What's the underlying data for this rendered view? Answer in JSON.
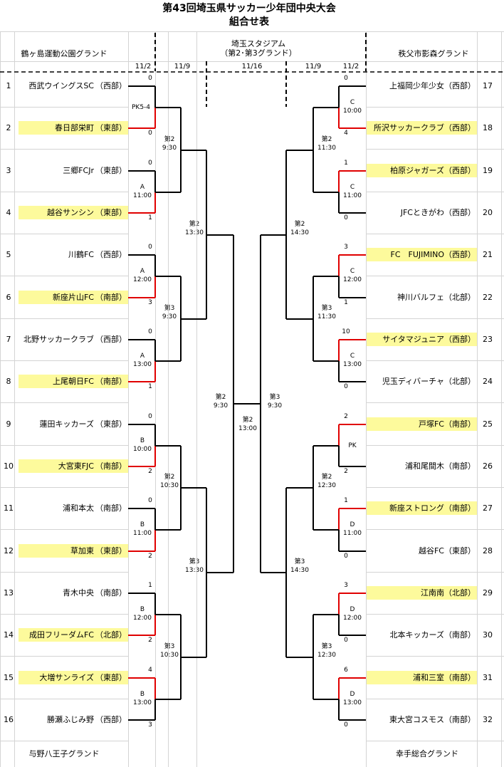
{
  "title_line1": "第43回埼玉県サッカー少年団中央大会",
  "title_line2": "組合せ表",
  "venues": {
    "left": "鶴ヶ島運動公園グランド",
    "center_line1": "埼玉スタジアム",
    "center_line2": "（第2･第3グランド）",
    "right": "秩父市影森グランド",
    "bottom_left": "与野八王子グランド",
    "bottom_right": "幸手総合グランド"
  },
  "dates": {
    "left_outer": "11/2",
    "left_inner": "11/9",
    "center": "11/16",
    "right_inner": "11/9",
    "right_outer": "11/2"
  },
  "left_teams": [
    {
      "num": "1",
      "name": "西武ウイングスSC",
      "area": "（西部）",
      "score": "0",
      "hl": false
    },
    {
      "num": "2",
      "name": "春日部栄町",
      "area": "（東部）",
      "score": "0",
      "hl": true
    },
    {
      "num": "3",
      "name": "三郷FCJr",
      "area": "（東部）",
      "score": "0",
      "hl": false
    },
    {
      "num": "4",
      "name": "越谷サンシン",
      "area": "（東部）",
      "score": "1",
      "hl": true
    },
    {
      "num": "5",
      "name": "川鶴FC",
      "area": "（西部）",
      "score": "0",
      "hl": false
    },
    {
      "num": "6",
      "name": "新座片山FC",
      "area": "（南部）",
      "score": "3",
      "hl": true
    },
    {
      "num": "7",
      "name": "北野サッカークラブ",
      "area": "（西部）",
      "score": "0",
      "hl": false
    },
    {
      "num": "8",
      "name": "上尾朝日FC",
      "area": "（南部）",
      "score": "1",
      "hl": true
    },
    {
      "num": "9",
      "name": "蓮田キッカーズ",
      "area": "（東部）",
      "score": "0",
      "hl": false
    },
    {
      "num": "10",
      "name": "大宮東FJC",
      "area": "（南部）",
      "score": "2",
      "hl": true
    },
    {
      "num": "11",
      "name": "浦和本太",
      "area": "（南部）",
      "score": "0",
      "hl": false
    },
    {
      "num": "12",
      "name": "草加東",
      "area": "（東部）",
      "score": "2",
      "hl": true
    },
    {
      "num": "13",
      "name": "青木中央",
      "area": "（南部）",
      "score": "1",
      "hl": false
    },
    {
      "num": "14",
      "name": "成田フリーダムFC",
      "area": "（北部）",
      "score": "2",
      "hl": true
    },
    {
      "num": "15",
      "name": "大増サンライズ",
      "area": "（東部）",
      "score": "4",
      "hl": true
    },
    {
      "num": "16",
      "name": "勝瀬ふじみ野",
      "area": "（西部）",
      "score": "3",
      "hl": false
    }
  ],
  "right_teams": [
    {
      "num": "17",
      "name": "上福岡少年少女",
      "area": "（西部）",
      "score": "0",
      "hl": false
    },
    {
      "num": "18",
      "name": "所沢サッカークラブ",
      "area": "（西部）",
      "score": "4",
      "hl": true
    },
    {
      "num": "19",
      "name": "柏原ジャガーズ",
      "area": "（西部）",
      "score": "1",
      "hl": true
    },
    {
      "num": "20",
      "name": "JFCときがわ",
      "area": "（西部）",
      "score": "0",
      "hl": false
    },
    {
      "num": "21",
      "name": "FC　FUJIMINO",
      "area": "（西部）",
      "score": "3",
      "hl": true
    },
    {
      "num": "22",
      "name": "神川バルフェ",
      "area": "（北部）",
      "score": "1",
      "hl": false
    },
    {
      "num": "23",
      "name": "サイタマジュニア",
      "area": "（西部）",
      "score": "10",
      "hl": true
    },
    {
      "num": "24",
      "name": "児玉ディバーチャ",
      "area": "（北部）",
      "score": "0",
      "hl": false
    },
    {
      "num": "25",
      "name": "戸塚FC",
      "area": "（南部）",
      "score": "2",
      "hl": true
    },
    {
      "num": "26",
      "name": "浦和尾間木",
      "area": "（南部）",
      "score": "2",
      "hl": false
    },
    {
      "num": "27",
      "name": "新座ストロング",
      "area": "（南部）",
      "score": "1",
      "hl": true
    },
    {
      "num": "28",
      "name": "越谷FC",
      "area": "（東部）",
      "score": "0",
      "hl": false
    },
    {
      "num": "29",
      "name": "江南南",
      "area": "（北部）",
      "score": "3",
      "hl": true
    },
    {
      "num": "30",
      "name": "北本キッカーズ",
      "area": "（南部）",
      "score": "0",
      "hl": false
    },
    {
      "num": "31",
      "name": "浦和三室",
      "area": "（南部）",
      "score": "6",
      "hl": true
    },
    {
      "num": "32",
      "name": "東大宮コスモス",
      "area": "（南部）",
      "score": "0",
      "hl": false
    }
  ],
  "r1_left": [
    {
      "code": "PK5-4",
      "time": "",
      "pk": true
    },
    {
      "code": "A",
      "time": "11:00"
    },
    {
      "code": "A",
      "time": "12:00"
    },
    {
      "code": "A",
      "time": "13:00"
    },
    {
      "code": "B",
      "time": "10:00"
    },
    {
      "code": "B",
      "time": "11:00"
    },
    {
      "code": "B",
      "time": "12:00"
    },
    {
      "code": "B",
      "time": "13:00"
    }
  ],
  "r1_right": [
    {
      "code": "C",
      "time": "10:00"
    },
    {
      "code": "C",
      "time": "11:00"
    },
    {
      "code": "C",
      "time": "12:00"
    },
    {
      "code": "C",
      "time": "13:00"
    },
    {
      "code": "PK",
      "time": "",
      "pk": true
    },
    {
      "code": "D",
      "time": "11:00"
    },
    {
      "code": "D",
      "time": "12:00"
    },
    {
      "code": "D",
      "time": "13:00"
    }
  ],
  "r2_left": [
    {
      "ground": "第2",
      "time": "9:30"
    },
    {
      "ground": "第3",
      "time": "9:30"
    },
    {
      "ground": "第2",
      "time": "10:30"
    },
    {
      "ground": "第3",
      "time": "10:30"
    }
  ],
  "r2_right": [
    {
      "ground": "第2",
      "time": "11:30"
    },
    {
      "ground": "第3",
      "time": "11:30"
    },
    {
      "ground": "第2",
      "time": "12:30"
    },
    {
      "ground": "第3",
      "time": "12:30"
    }
  ],
  "r3_left": [
    {
      "ground": "第2",
      "time": "13:30"
    },
    {
      "ground": "第3",
      "time": "13:30"
    }
  ],
  "r3_right": [
    {
      "ground": "第2",
      "time": "14:30"
    },
    {
      "ground": "第3",
      "time": "14:30"
    }
  ],
  "sf_left": {
    "ground": "第2",
    "time": "9:30"
  },
  "sf_right": {
    "ground": "第3",
    "time": "9:30"
  },
  "final": {
    "ground": "第2",
    "time": "13:00"
  },
  "colors": {
    "highlight": "#fdfa9c",
    "winner_line": "#e00000",
    "line": "#000000"
  }
}
